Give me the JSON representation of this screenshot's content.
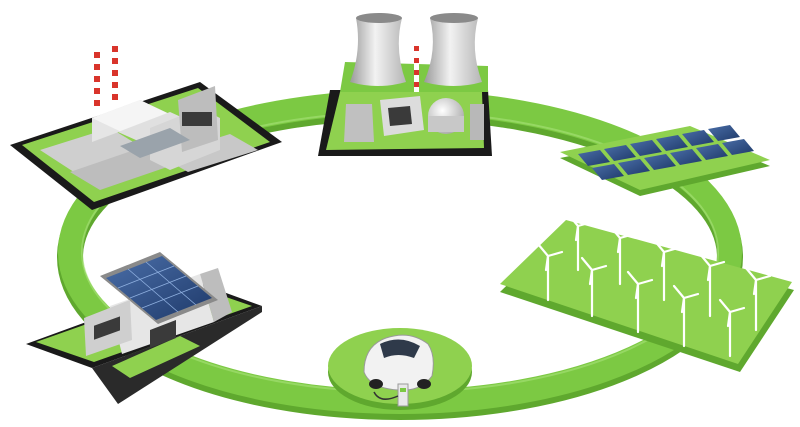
{
  "scene": {
    "subject": "energy-network-loop",
    "nodes": [
      {
        "id": "industrial-plant",
        "icon": "factory-icon"
      },
      {
        "id": "nuclear-plant",
        "icon": "cooling-tower-icon"
      },
      {
        "id": "solar-farm",
        "icon": "solar-panel-icon"
      },
      {
        "id": "wind-farm",
        "icon": "wind-turbine-icon"
      },
      {
        "id": "ev-charging",
        "icon": "electric-car-icon"
      },
      {
        "id": "solar-house",
        "icon": "house-icon"
      }
    ]
  },
  "colors": {
    "ring": "#7cc943",
    "ring_shadow": "#5fa82e",
    "ground": "#8fd14f",
    "ground_dark": "#5fa82e",
    "base": "#1a1a1a",
    "panel": "#2f4f86",
    "concrete": "#d8d8d8",
    "stack_red": "#d9342b"
  }
}
